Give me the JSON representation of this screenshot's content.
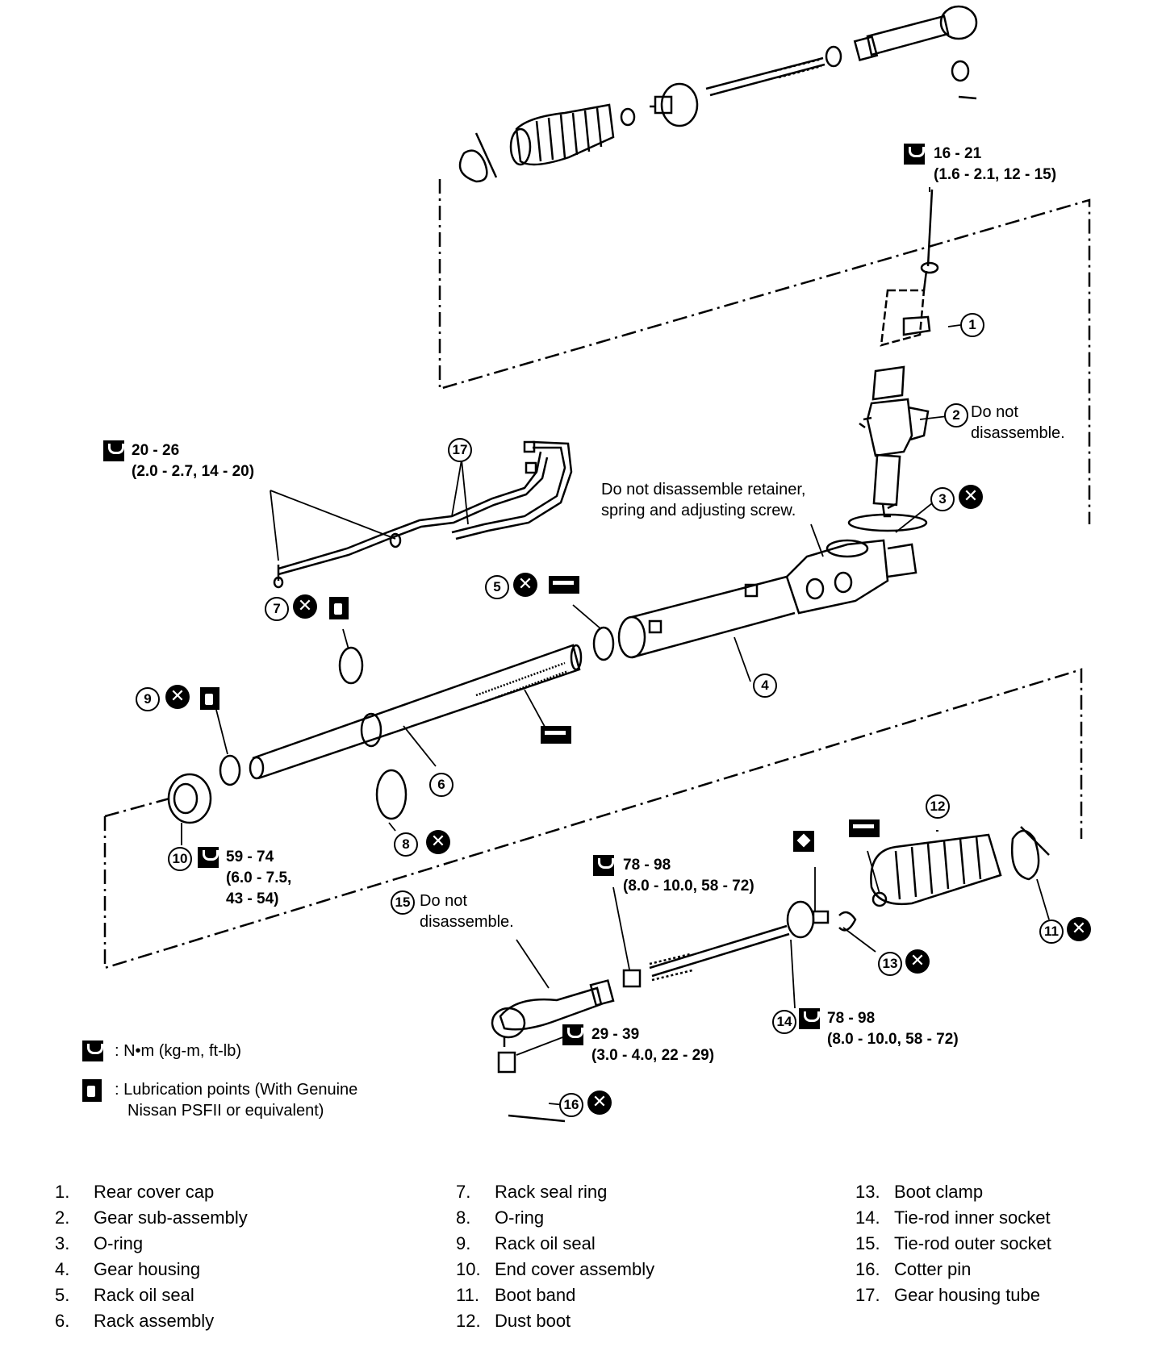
{
  "torque_specs": {
    "spec_1": {
      "value": "16 - 21",
      "sub": "(1.6 - 2.1, 12 - 15)"
    },
    "spec_2": {
      "value": "20 - 26",
      "sub": "(2.0 - 2.7, 14 - 20)"
    },
    "spec_3": {
      "value": "59 - 74",
      "sub": "(6.0 - 7.5,",
      "sub2": "43 - 54)"
    },
    "spec_4": {
      "value": "78 - 98",
      "sub": "(8.0 - 10.0, 58 - 72)"
    },
    "spec_5": {
      "value": "29 - 39",
      "sub": "(3.0 - 4.0, 22 - 29)"
    },
    "spec_6": {
      "value": "78 - 98",
      "sub": "(8.0 - 10.0, 58 - 72)"
    }
  },
  "notes": {
    "do_not_disassemble_2": "Do not",
    "do_not_disassemble_2b": "disassemble.",
    "retainer_note_1": "Do not disassemble retainer,",
    "retainer_note_2": "spring and adjusting screw.",
    "do_not_disassemble_15": "Do not",
    "do_not_disassemble_15b": "disassemble."
  },
  "symbol_legend": {
    "torque_units": ": N•m (kg-m, ft-lb)",
    "lube_line1": ": Lubrication points (With Genuine",
    "lube_line2": "Nissan PSFII or equivalent)"
  },
  "callouts": [
    "1",
    "2",
    "3",
    "4",
    "5",
    "6",
    "7",
    "8",
    "9",
    "10",
    "11",
    "12",
    "13",
    "14",
    "15",
    "16",
    "17"
  ],
  "parts_list": [
    {
      "num": "1.",
      "name": "Rear cover cap"
    },
    {
      "num": "2.",
      "name": "Gear sub-assembly"
    },
    {
      "num": "3.",
      "name": "O-ring"
    },
    {
      "num": "4.",
      "name": "Gear housing"
    },
    {
      "num": "5.",
      "name": "Rack oil seal"
    },
    {
      "num": "6.",
      "name": "Rack assembly"
    },
    {
      "num": "7.",
      "name": "Rack seal ring"
    },
    {
      "num": "8.",
      "name": "O-ring"
    },
    {
      "num": "9.",
      "name": "Rack oil seal"
    },
    {
      "num": "10.",
      "name": "End cover assembly"
    },
    {
      "num": "11.",
      "name": "Boot band"
    },
    {
      "num": "12.",
      "name": "Dust boot"
    },
    {
      "num": "13.",
      "name": "Boot clamp"
    },
    {
      "num": "14.",
      "name": "Tie-rod inner socket"
    },
    {
      "num": "15.",
      "name": "Tie-rod outer socket"
    },
    {
      "num": "16.",
      "name": "Cotter pin"
    },
    {
      "num": "17.",
      "name": "Gear housing tube"
    }
  ],
  "icons": {
    "torque": "wrench-icon",
    "lubrication": "oil-can-icon",
    "replace": "x-circle-icon",
    "grease": "grease-icon",
    "sealant": "sealant-icon"
  }
}
